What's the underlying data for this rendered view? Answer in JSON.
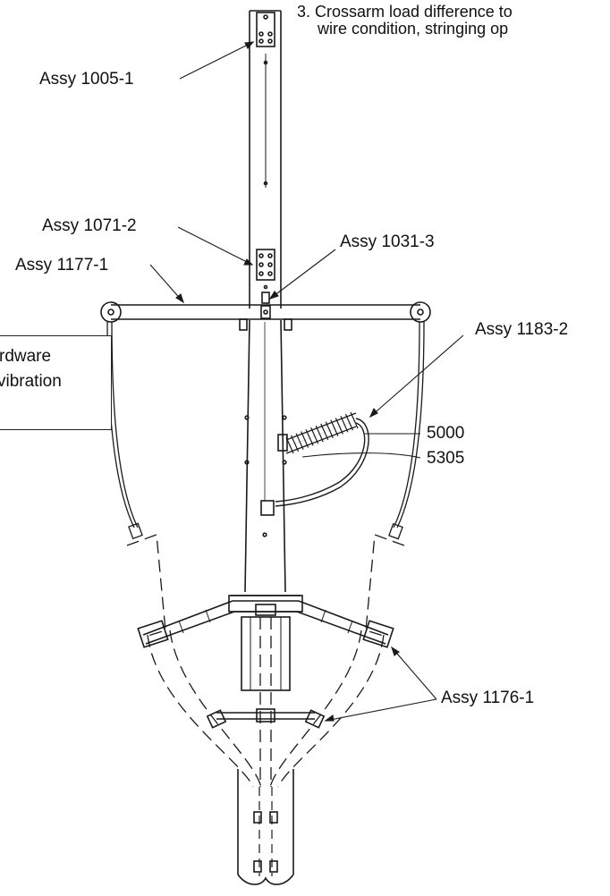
{
  "note": {
    "line1": "3. Crossarm load difference to",
    "line2": "wire condition, stringing op"
  },
  "side_note": {
    "line1": "rdware",
    "line2": "vibration"
  },
  "labels": {
    "assy_1005_1": "Assy 1005-1",
    "assy_1071_2": "Assy 1071-2",
    "assy_1031_3": "Assy 1031-3",
    "assy_1177_1": "Assy 1177-1",
    "assy_1183_2": "Assy 1183-2",
    "ref_5000": "5000",
    "ref_5305": "5305",
    "assy_1176_1": "Assy 1176-1"
  }
}
